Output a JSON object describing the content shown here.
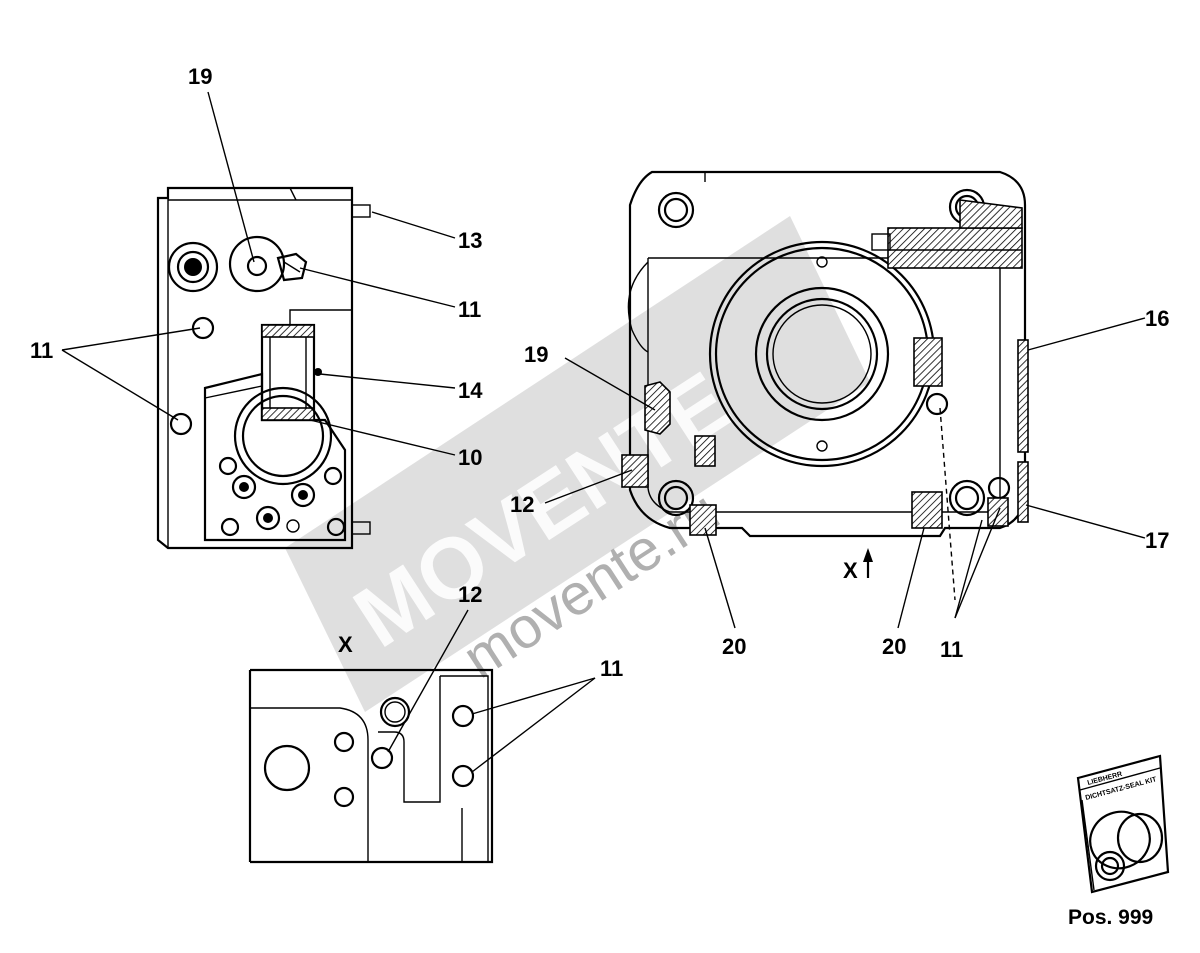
{
  "callouts": {
    "left_19": "19",
    "left_13": "13",
    "left_11a": "11",
    "left_11b": "11",
    "left_14": "14",
    "left_10": "10",
    "right_16": "16",
    "right_19": "19",
    "right_12": "12",
    "right_17": "17",
    "right_20a": "20",
    "right_20b": "20",
    "right_11": "11",
    "right_x": "X",
    "detail_x": "X",
    "detail_12": "12",
    "detail_11": "11"
  },
  "watermark": {
    "brand": "MOVENTE",
    "domain": "movente.ru"
  },
  "seal_kit": {
    "brand": "LIEBHERR",
    "text": "DICHTSATZ-SEAL KIT",
    "label": "Pos. 999"
  }
}
